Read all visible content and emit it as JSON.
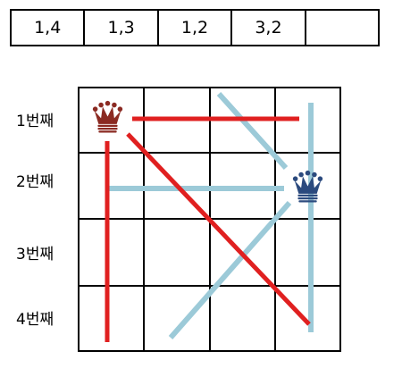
{
  "stack_cells": [
    "1,4",
    "1,3",
    "1,2",
    "3,2",
    ""
  ],
  "row_labels": [
    "1번째",
    "2번째",
    "3번째",
    "4번째"
  ],
  "board": {
    "size": 4,
    "queens": [
      {
        "row": 1,
        "col": 1,
        "color": "#8b2a22",
        "attack_color": "#e02020"
      },
      {
        "row": 2,
        "col": 4,
        "color": "#2b4a7e",
        "attack_color": "#9ccad8"
      }
    ]
  },
  "colors": {
    "grid": "#000000",
    "red_attack": "#e02020",
    "blue_attack": "#9ccad8",
    "red_queen": "#8b2a22",
    "blue_queen": "#2b4a7e"
  }
}
